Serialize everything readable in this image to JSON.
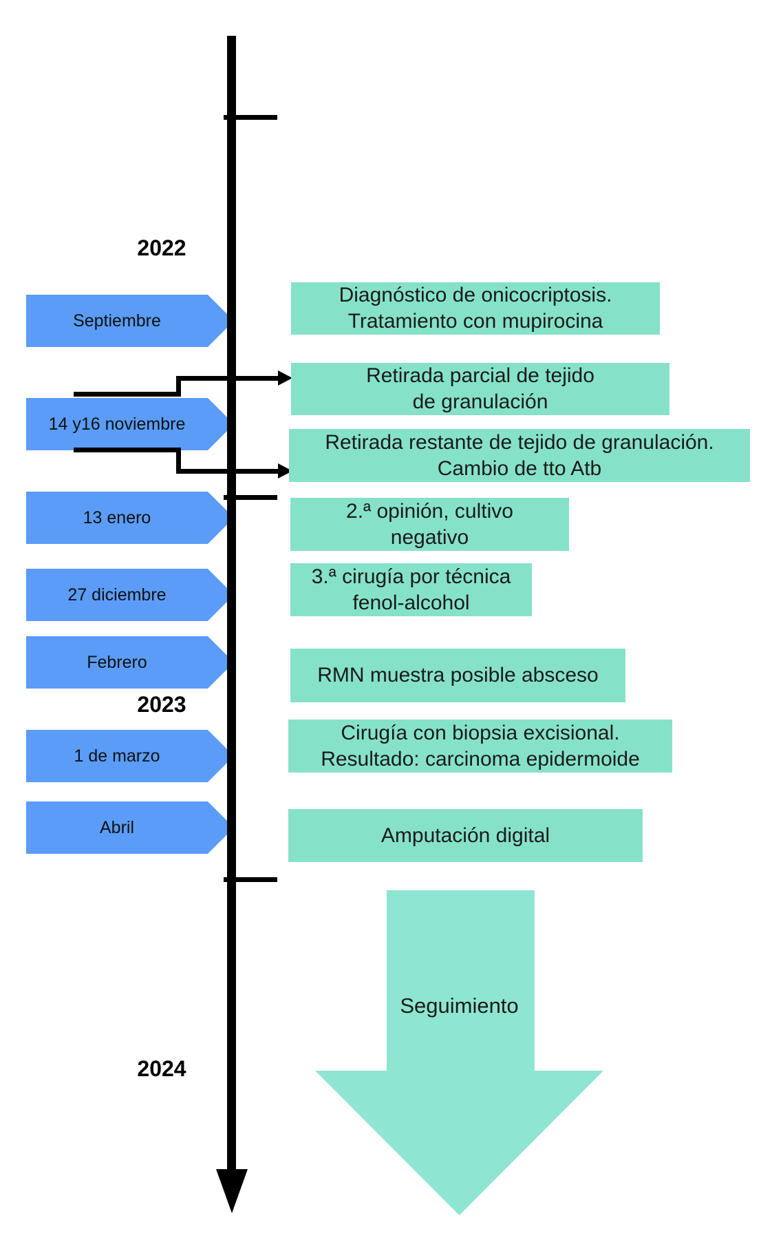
{
  "diagram": {
    "years": [
      {
        "label": "2022"
      },
      {
        "label": "2023"
      },
      {
        "label": "2024"
      }
    ],
    "dates": [
      {
        "label": "Septiembre"
      },
      {
        "label": "14 y16 noviembre"
      },
      {
        "label": "13 enero"
      },
      {
        "label": "27 diciembre"
      },
      {
        "label": "Febrero"
      },
      {
        "label": "1 de marzo"
      },
      {
        "label": "Abril"
      }
    ],
    "events": [
      {
        "text": "Diagnóstico de onicocriptosis.\nTratamiento con mupirocina"
      },
      {
        "text": "Retirada parcial de tejido\nde granulación"
      },
      {
        "text": "Retirada restante de tejido de granulación.\nCambio de tto Atb"
      },
      {
        "text": "2.ª opinión, cultivo\nnegativo"
      },
      {
        "text": "3.ª cirugía por técnica\nfenol-alcohol"
      },
      {
        "text": "RMN muestra posible absceso"
      },
      {
        "text": "Cirugía con biopsia excisional.\nResultado: carcinoma epidermoide"
      },
      {
        "text": "Amputación digital"
      }
    ],
    "followup": {
      "label": "Seguimiento"
    },
    "colors": {
      "date_arrow_blue": "#5A9CF8",
      "event_box_teal": "#85E2C8",
      "followup_teal": "#8EE5D1",
      "axis_black": "#000000",
      "text_dark": "#1A1A1A"
    }
  }
}
